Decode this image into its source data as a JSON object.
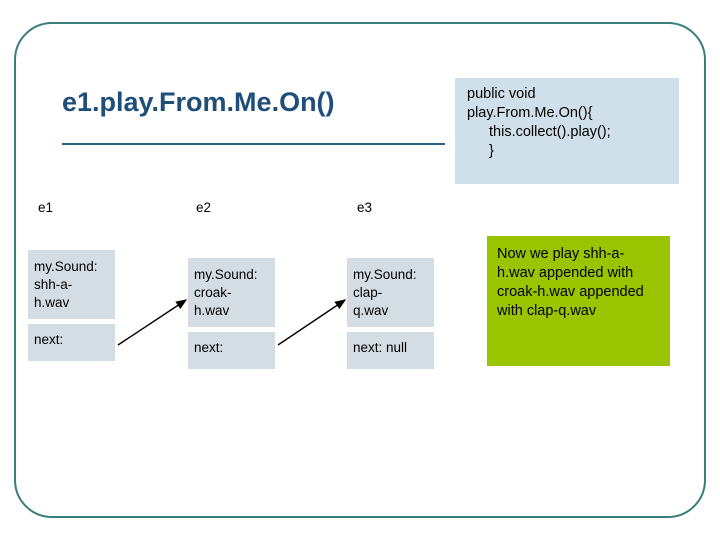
{
  "slide": {
    "title": "e1.play.From.Me.On()",
    "code_box": {
      "line1": "public void",
      "line2": "play.From.Me.On(){",
      "line3": "this.collect().play();",
      "line4": "}"
    },
    "note_box": {
      "text": "Now we play shh-a-h.wav appended with croak-h.wav appended with clap-q.wav"
    },
    "column_labels": [
      {
        "name": "e1",
        "label": "e1"
      },
      {
        "name": "e2",
        "label": "e2"
      },
      {
        "name": "e3",
        "label": "e3"
      }
    ],
    "objects": [
      {
        "name": "object-e1",
        "sound_line1": "my.Sound:",
        "sound_line2": "shh-a-",
        "sound_line3": "h.wav",
        "next": "next:"
      },
      {
        "name": "object-e2",
        "sound_line1": "my.Sound:",
        "sound_line2": "croak-",
        "sound_line3": "h.wav",
        "next": "next:"
      },
      {
        "name": "object-e3",
        "sound_line1": "my.Sound:",
        "sound_line2": "clap-",
        "sound_line3": "q.wav",
        "next": "next: null"
      }
    ],
    "colors": {
      "title": "#1f4e79",
      "frame": "#3a7d7d",
      "code_box_bg": "#cfe0ea",
      "note_box_bg": "#9ac400",
      "object_bg": "#d4dde4"
    }
  }
}
